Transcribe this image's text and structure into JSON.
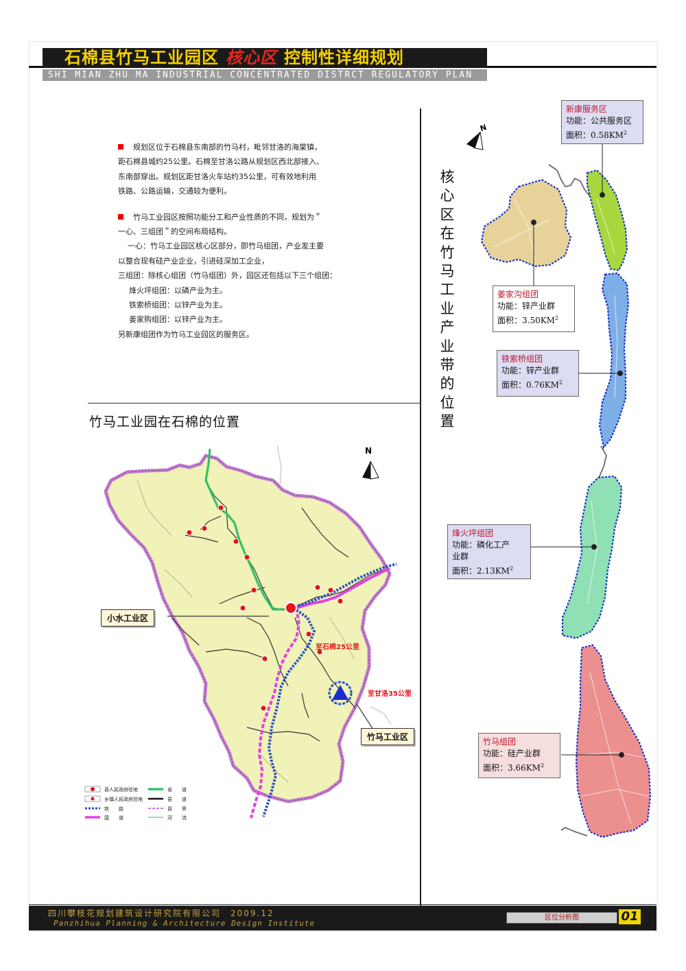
{
  "header": {
    "title_part1": "石棉县竹马工业园区",
    "title_core": "核心区",
    "title_part2": "控制性详细规划",
    "subtitle": "SHI MIAN ZHU MA INDUSTRIAL CONCENTRATED DISTRCT REGULATORY PLAN"
  },
  "description": {
    "lines": [
      "规划区位于石棉县东南部的竹马村，毗邻甘洛的海棠镇，",
      "距石棉县城约25公里。石棉至甘洛公路从规划区西北部接入、",
      "东南部穿出。规划区距甘洛火车站约35公里，可有效地利用",
      "铁路、公路运输，交通较为便利。",
      "竹马工业园区按照功能分工和产业性质的不同，规划为＂",
      "一心、三组团＂的空间布局结构。",
      "一心：竹马工业园区核心区部分，即竹马组团，产业发主要",
      "以整合现有硅产业企业，引进硅深加工企业，",
      "三组团：除核心组团（竹马组团）外，园区还包括以下三个组团：",
      "烽火坪组团：以磷产业为主。",
      "铁索桥组团：以锌产业为主。",
      "姜家购组团：以锌产业为主。",
      "另新康组团作为竹马工业园区的服务区。"
    ]
  },
  "vertical_title": [
    "核",
    "心",
    "区",
    "在",
    "竹",
    "马",
    "工",
    "业",
    "产",
    "业",
    "带",
    "的",
    "位",
    "置"
  ],
  "county_map": {
    "title": "竹马工业园在石棉的位置",
    "north": "N",
    "callouts": {
      "xiaoshui": "小水工业区",
      "zhuma": "竹马工业区"
    },
    "distance_labels": {
      "to_shimian": "至石棉25公里",
      "to_ganluo": "至甘洛35公里"
    },
    "legend": [
      {
        "symbol": "county-seat",
        "label": "县人民政府驻地"
      },
      {
        "symbol": "township",
        "label": "乡镇人民政府驻地"
      },
      {
        "symbol": "railway",
        "label": "铁　　路"
      },
      {
        "symbol": "national-road",
        "label": "国　　道"
      },
      {
        "symbol": "provincial-road",
        "label": "省　　道"
      },
      {
        "symbol": "county-road",
        "label": "县　　道"
      },
      {
        "symbol": "county-boundary",
        "label": "县　　界"
      },
      {
        "symbol": "river",
        "label": "河　　流"
      }
    ]
  },
  "zones": {
    "north": "N",
    "xinkang": {
      "name": "新康服务区",
      "func": "功能：公共服务区",
      "area": "面积：0.58KM",
      "color": "#9ed43a"
    },
    "jiangjiagou": {
      "name": "姜家沟组团",
      "func": "功能：锌产业群",
      "area": "面积：3.50KM",
      "color": "#e7d39a"
    },
    "tiesuoqiao": {
      "name": "铁索桥组团",
      "func": "功能：锌产业群",
      "area": "面积：0.76KM",
      "color": "#7eaee6"
    },
    "fenghuoping": {
      "name": "烽火坪组团",
      "func1": "功能：磷化工产",
      "func2": "业群",
      "area": "面积：2.13KM",
      "color": "#8fe0b4"
    },
    "zhuma": {
      "name": "竹马组团",
      "func": "功能：硅产业群",
      "area": "面积：3.66KM",
      "color": "#ec8f8f"
    },
    "sup": "2"
  },
  "footer": {
    "org_cn": "四川攀枝花规划建筑设计研究院有限公司　2009.12",
    "org_en": "Panzhihua Planning & Architecture Design Institute",
    "sheet_name": "区位分析图",
    "sheet_number": "01"
  }
}
